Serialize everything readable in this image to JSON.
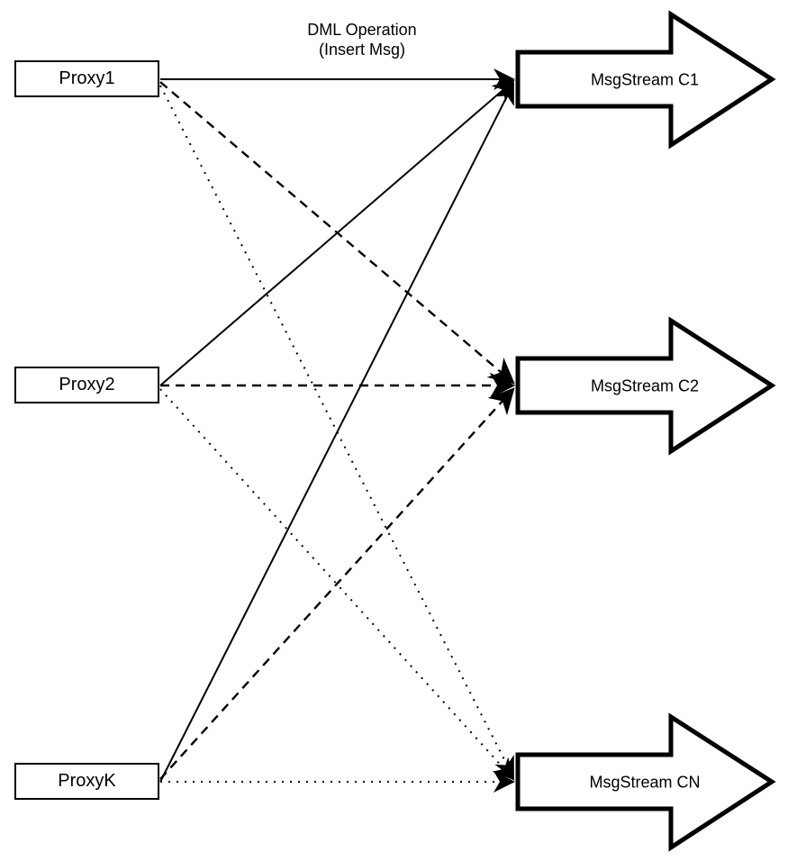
{
  "diagram": {
    "caption": {
      "line1": "DML Operation",
      "line2": "(Insert Msg)"
    },
    "proxies": [
      {
        "id": "proxy1",
        "label": "Proxy1"
      },
      {
        "id": "proxy2",
        "label": "Proxy2"
      },
      {
        "id": "proxyk",
        "label": "ProxyK"
      }
    ],
    "streams": [
      {
        "id": "c1",
        "label": "MsgStream C1",
        "incoming_line_style": "solid"
      },
      {
        "id": "c2",
        "label": "MsgStream C2",
        "incoming_line_style": "dashed"
      },
      {
        "id": "cn",
        "label": "MsgStream CN",
        "incoming_line_style": "dotted"
      }
    ],
    "connections": [
      {
        "from": "Proxy1",
        "to": "MsgStream C1",
        "style": "solid"
      },
      {
        "from": "Proxy2",
        "to": "MsgStream C1",
        "style": "solid"
      },
      {
        "from": "ProxyK",
        "to": "MsgStream C1",
        "style": "solid"
      },
      {
        "from": "Proxy1",
        "to": "MsgStream C2",
        "style": "dashed"
      },
      {
        "from": "Proxy2",
        "to": "MsgStream C2",
        "style": "dashed"
      },
      {
        "from": "ProxyK",
        "to": "MsgStream C2",
        "style": "dashed"
      },
      {
        "from": "Proxy1",
        "to": "MsgStream CN",
        "style": "dotted"
      },
      {
        "from": "Proxy2",
        "to": "MsgStream CN",
        "style": "dotted"
      },
      {
        "from": "ProxyK",
        "to": "MsgStream CN",
        "style": "dotted"
      }
    ],
    "colors": {
      "stroke": "#000000",
      "fill": "#ffffff",
      "background": "#ffffff"
    }
  }
}
